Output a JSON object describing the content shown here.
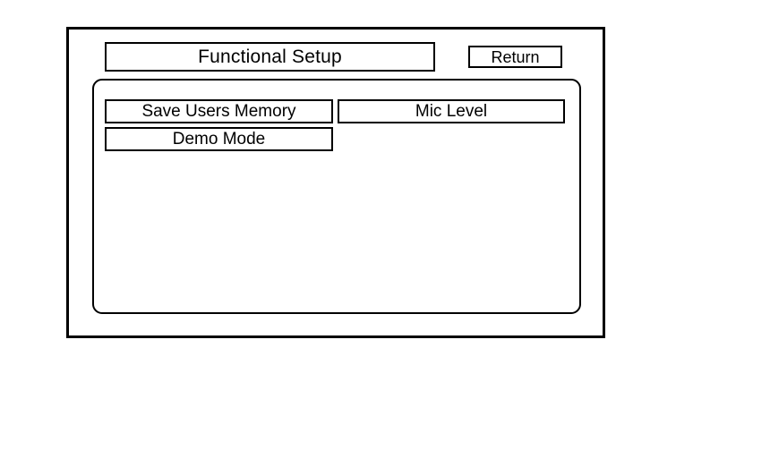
{
  "screen": {
    "title": "Functional Setup",
    "return_label": "Return"
  },
  "menu": {
    "rows": [
      {
        "left": {
          "label": "Save Users Memory"
        },
        "right": {
          "label": "Mic Level"
        }
      },
      {
        "left": {
          "label": "Demo Mode"
        },
        "right": {
          "label": ""
        }
      }
    ]
  },
  "colors": {
    "frame_border": "#000000",
    "background": "#ffffff",
    "text": "#000000"
  }
}
